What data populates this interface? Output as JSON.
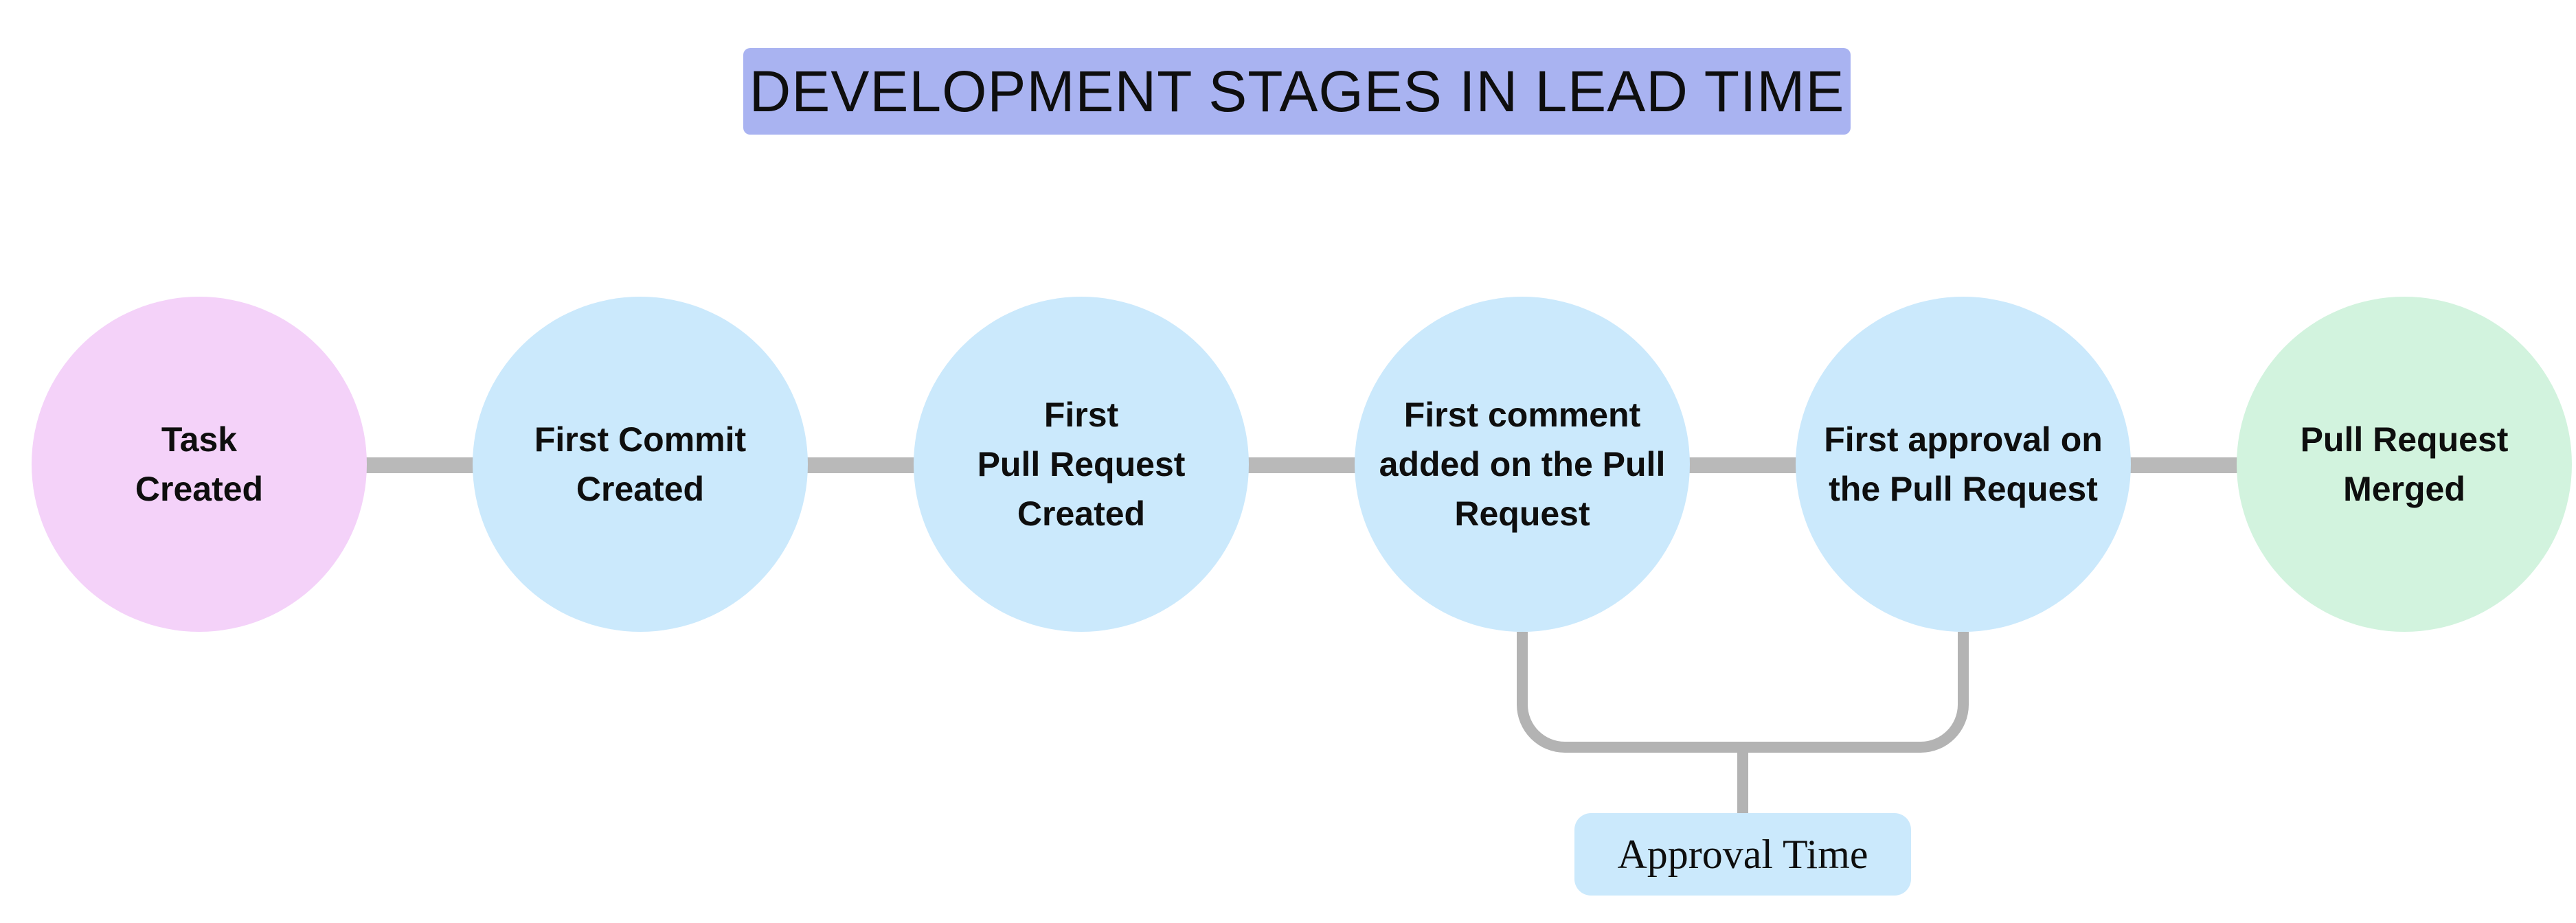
{
  "title": {
    "text": "DEVELOPMENT STAGES IN LEAD TIME",
    "bg": "#a9b3f1"
  },
  "stages": [
    {
      "label": "Task\nCreated",
      "color": "#f4d2f9",
      "role": "start"
    },
    {
      "label": "First Commit\nCreated",
      "color": "#cbe9fc",
      "role": "middle"
    },
    {
      "label": "First\nPull Request\nCreated",
      "color": "#cbe9fc",
      "role": "middle"
    },
    {
      "label": "First comment\nadded on the Pull\nRequest",
      "color": "#cbe9fc",
      "role": "middle"
    },
    {
      "label": "First approval on\nthe Pull Request",
      "color": "#cbe9fc",
      "role": "middle"
    },
    {
      "label": "Pull Request\nMerged",
      "color": "#d2f3de",
      "role": "end"
    }
  ],
  "flow": {
    "connector_color": "#b9b9b9"
  },
  "annotation": {
    "label": "Approval Time",
    "bg": "#cbe9fc",
    "bracket_color": "#b3b3b3",
    "from_stage_index": 3,
    "to_stage_index": 4
  }
}
